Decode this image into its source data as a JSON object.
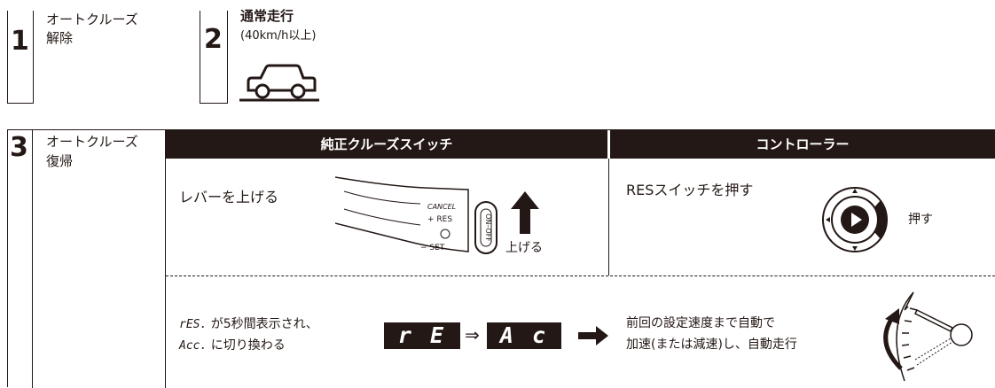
{
  "steps": {
    "s1": {
      "num": "1",
      "label_line1": "オートクルーズ",
      "label_line2": "解除"
    },
    "s2": {
      "num": "2",
      "label": "通常走行",
      "sub": "(40km/h以上)"
    },
    "s3": {
      "num": "3",
      "label_line1": "オートクルーズ",
      "label_line2": "復帰"
    }
  },
  "columns": {
    "genuine": {
      "header": "純正クルーズスイッチ",
      "action": "レバーを上げる",
      "lift_label": "上げる",
      "lever_labels": {
        "cancel": "CANCEL",
        "res": "+ RES",
        "set": "− SET",
        "onoff": "ON–OFF"
      }
    },
    "controller": {
      "header": "コントローラー",
      "action": "RESスイッチを押す",
      "push_label": "押す"
    }
  },
  "result": {
    "line1_pre": "が5秒間表示され、",
    "line2_pre": "に切り換わる",
    "res_code": "rES.",
    "acc_code": "Acc.",
    "lcd_res": "r E S.",
    "lcd_acc": "A c c.",
    "arrow_double": "⇒",
    "desc_line1": "前回の設定速度まで自動で",
    "desc_line2": "加速(または減速)し、自動走行"
  }
}
